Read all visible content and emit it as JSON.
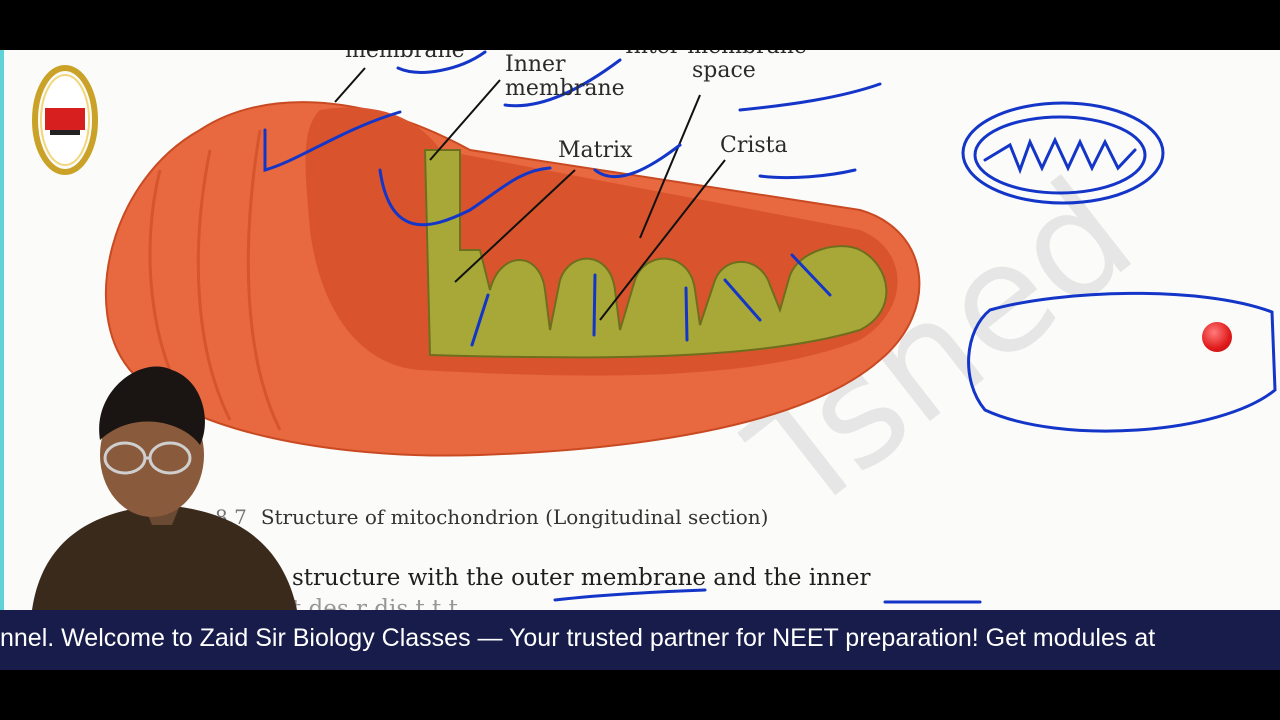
{
  "diagram": {
    "labels": {
      "outer_membrane": "membrane",
      "inner_membrane_line1": "Inner",
      "inner_membrane_line2": "membrane",
      "inter_membrane_line1": "Inter membrane",
      "inter_membrane_line2": "space",
      "matrix": "Matrix",
      "crista": "Crista"
    },
    "caption_number": "8.7",
    "caption": "Structure of mitochondrion (Longitudinal section)"
  },
  "textbook": {
    "line1": "structure with the outer membrane and the inner",
    "line2": "t  des  r  dis  t  t  t"
  },
  "watermark": "Tshed",
  "ticker": {
    "text": "nnel. Welcome to Zaid Sir Biology Classes — Your trusted partner for NEET preparation! Get modules at"
  },
  "colors": {
    "outer": "#e8683f",
    "matrix": "#a8a838",
    "annotation": "#1436c8",
    "ticker_bg": "#171c4a"
  }
}
